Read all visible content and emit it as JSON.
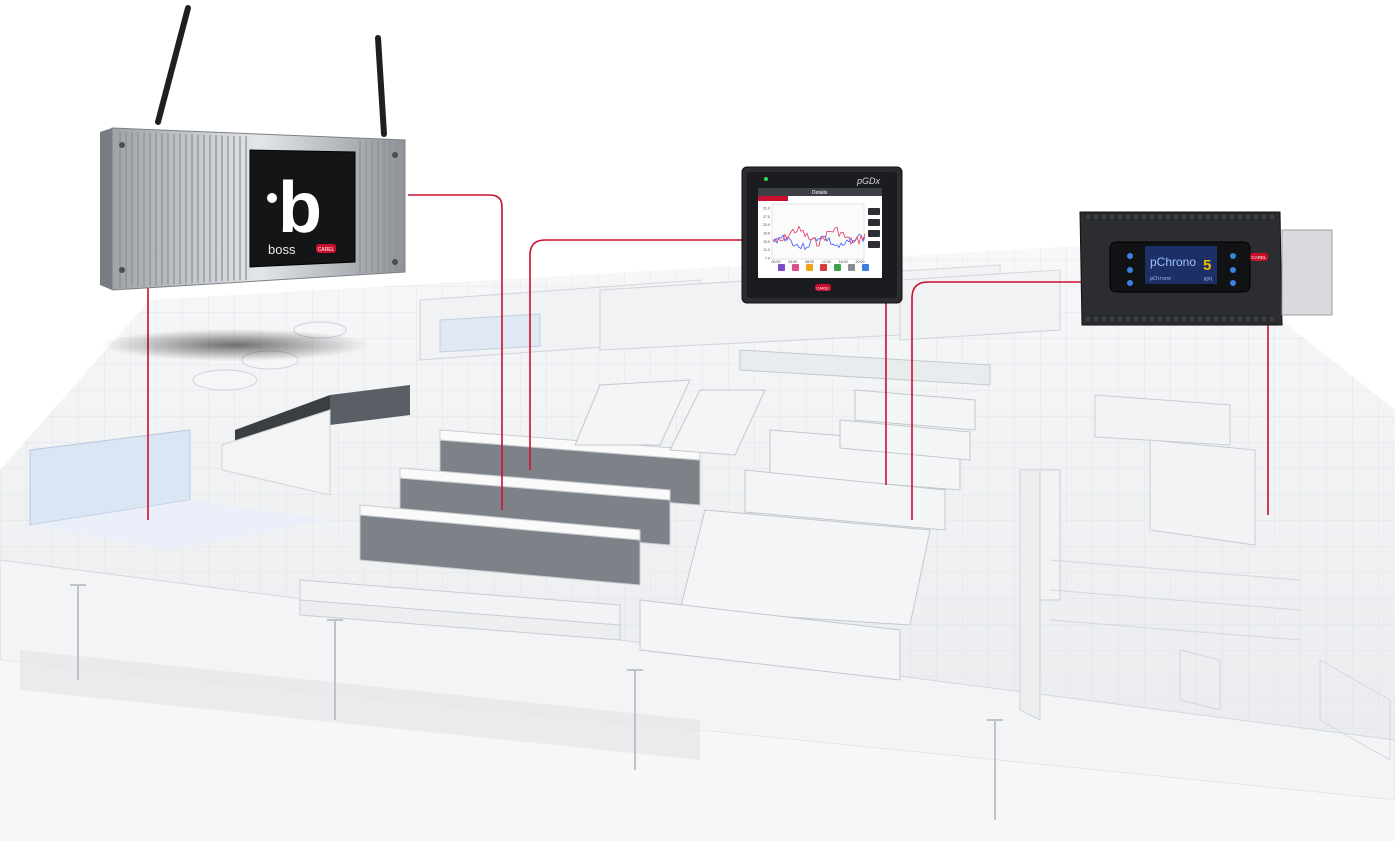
{
  "devices": {
    "boss": {
      "brand_text": "boss",
      "logo_glyph": "b",
      "maker_badge": "CAREL",
      "icon": "boss-supervisor-icon"
    },
    "pgdx": {
      "brand_text": "pGDx",
      "screen_header": "Details",
      "chart_y_ticks": [
        "31.0",
        "27.0",
        "23.0",
        "19.0",
        "15.0",
        "11.0",
        "7.0"
      ],
      "chart_x_ticks": [
        "00:00",
        "04:00",
        "08:00",
        "12:00",
        "16:00",
        "20:00"
      ],
      "maker_badge": "CAREL",
      "icon": "touch-terminal-icon",
      "colors": {
        "series_a": "#3b5cff",
        "series_b": "#e23c5b"
      }
    },
    "pchrono": {
      "lcd_title": "pChrono",
      "lcd_version": "5",
      "lcd_line": "pChrono",
      "lcd_sub": "KPI",
      "maker_badge": "CAREL",
      "icon": "controller-icon",
      "lcd_color": "#6fa8ff"
    }
  },
  "connectors": {
    "color": "#c8102e"
  },
  "floorplan": {
    "icon": "supermarket-floorplan-icon"
  }
}
